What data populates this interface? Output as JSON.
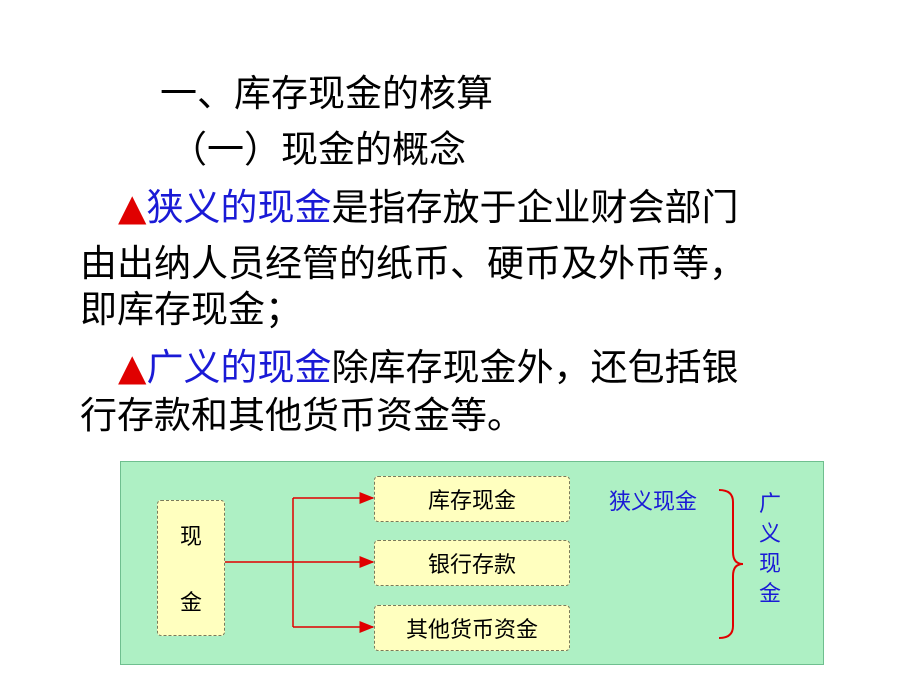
{
  "heading1": "一、库存现金的核算",
  "heading2": "（一）现金的概念",
  "p1": {
    "marker": "▲",
    "term": "狭义的现金",
    "line1_rest": "是指存放于企业财会部门",
    "line2": "由出纳人员经管的纸币、硬币及外币等，",
    "line3": "即库存现金；"
  },
  "p2": {
    "marker": "▲",
    "term": "广义的现金",
    "line1_rest": "除库存现金外，还包括银",
    "line2": "行存款和其他货币资金等。"
  },
  "diagram": {
    "source_chars": [
      "现",
      "金"
    ],
    "targets": [
      "库存现金",
      "银行存款",
      "其他货币资金"
    ],
    "narrow_label": "狭义现金",
    "broad_label_chars": [
      "广",
      "义",
      "现",
      "金"
    ],
    "colors": {
      "background": "#aef0c4",
      "box": "#ffffbf",
      "arrow": "#e00000",
      "label": "#1a1ad6"
    }
  }
}
